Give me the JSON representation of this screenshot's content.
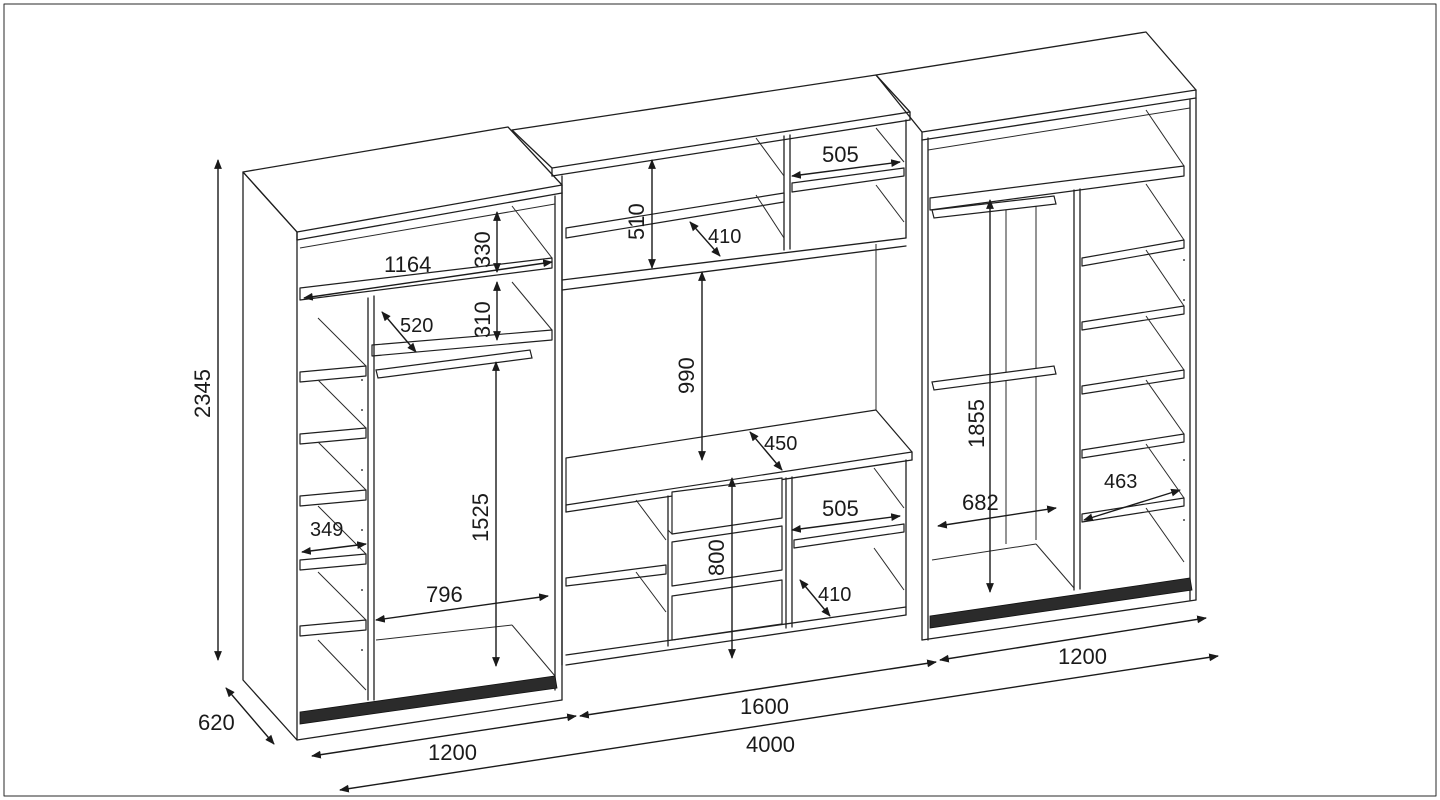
{
  "dimensions": {
    "total_height": "2345",
    "depth": "620",
    "left_width": "1200",
    "middle_width": "1600",
    "total_width": "4000",
    "right_width": "1200",
    "left_top_shelf_width": "1164",
    "left_top_compartment_height": "330",
    "left_second_compartment_height": "310",
    "left_shelf_depth": "520",
    "left_hanging_height": "1525",
    "left_side_shelf_width": "349",
    "left_hanging_width": "796",
    "middle_top_height": "510",
    "middle_top_depth": "410",
    "middle_top_right_width": "505",
    "middle_tv_niche_height": "990",
    "middle_tv_shelf_depth": "450",
    "middle_lower_right_width": "505",
    "middle_drawers_height": "800",
    "middle_lower_depth": "410",
    "right_hanging_height": "1855",
    "right_hanging_width": "682",
    "right_shelf_width": "463"
  }
}
